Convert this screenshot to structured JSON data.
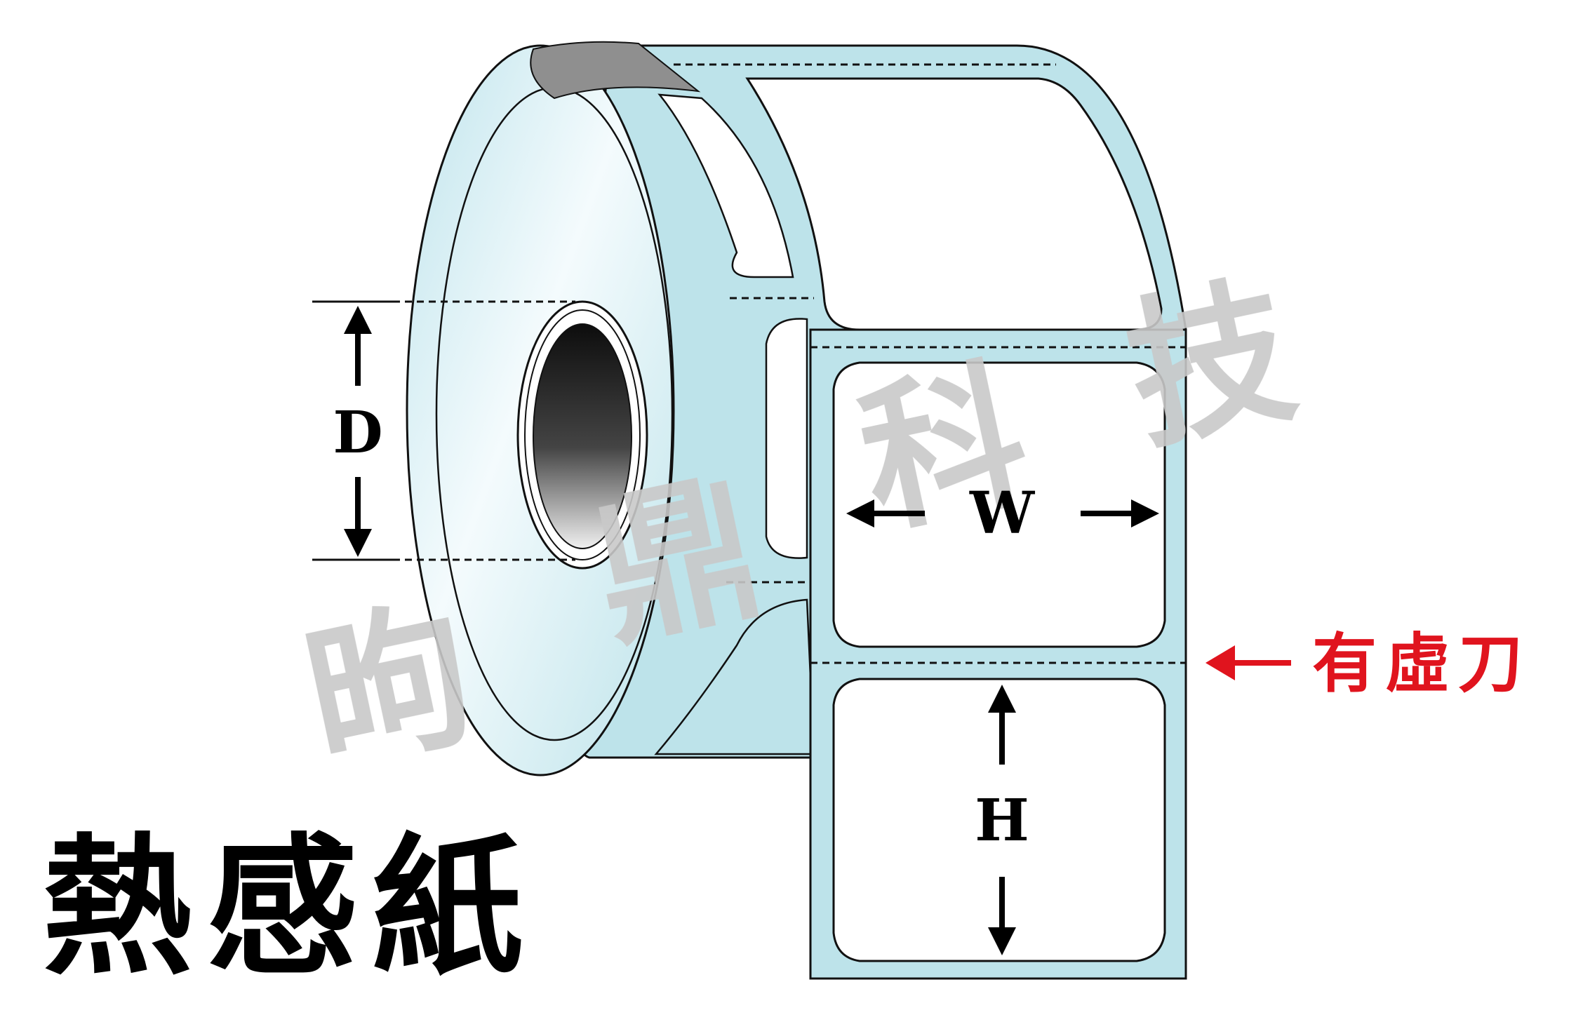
{
  "title": "熱感紙",
  "watermark": [
    "昫",
    "鼎",
    "科",
    "技"
  ],
  "labels": {
    "diameter": "D",
    "width": "W",
    "height": "H",
    "perforation": "有虛刀"
  },
  "colors": {
    "label_backing": "#bde3ea",
    "roll_face_light": "#e8f6f9",
    "core_dark": "#1a1a1a",
    "outline": "#111111",
    "perforation_label": "#e0141e",
    "watermark": "#c9c9c9",
    "label_face": "#ffffff"
  },
  "icons": {
    "arrow": "filled-arrowhead",
    "perforation_line": "dashed-line"
  }
}
